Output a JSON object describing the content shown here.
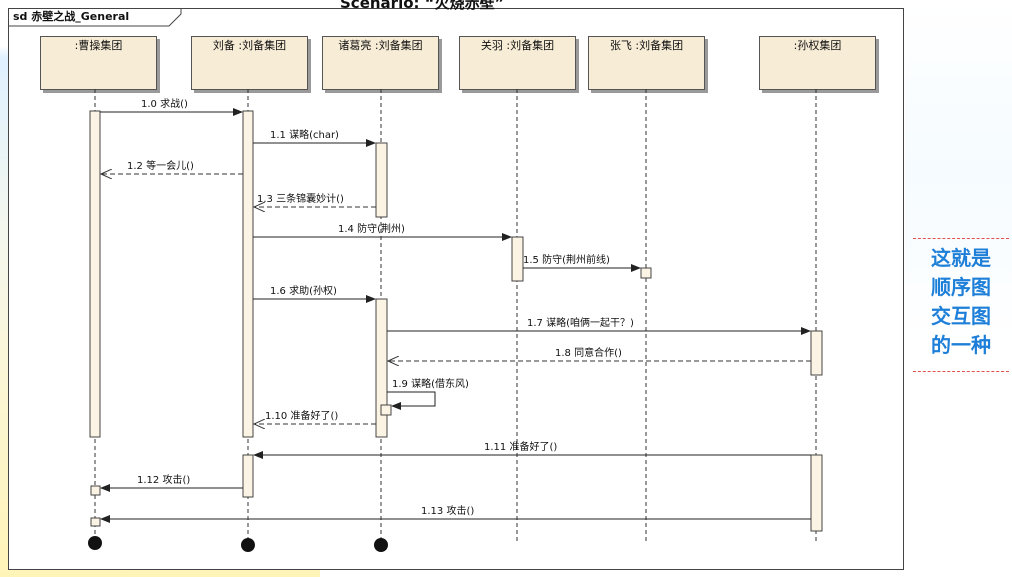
{
  "scenario_title": "Scenario: “火烧赤壁”",
  "frame_title": "sd 赤壁之战_General",
  "lifelines": [
    {
      "id": "caocao",
      "label": ":曹操集团"
    },
    {
      "id": "liubei",
      "label": "刘备 :刘备集团"
    },
    {
      "id": "zhuge",
      "label": "诸葛亮 :刘备集团"
    },
    {
      "id": "guanyu",
      "label": "关羽 :刘备集团"
    },
    {
      "id": "zhangfei",
      "label": "张飞 :刘备集团"
    },
    {
      "id": "sunquan",
      "label": ":孙权集团"
    }
  ],
  "messages": [
    {
      "label": "1.0 求战()",
      "from": "caocao",
      "to": "liubei",
      "kind": "sync"
    },
    {
      "label": "1.1 谋略(char)",
      "from": "liubei",
      "to": "zhuge",
      "kind": "sync"
    },
    {
      "label": "1.2 等一会儿()",
      "from": "liubei",
      "to": "caocao",
      "kind": "return"
    },
    {
      "label": "1.3 三条锦囊妙计()",
      "from": "zhuge",
      "to": "liubei",
      "kind": "return"
    },
    {
      "label": "1.4 防守(荆州)",
      "from": "liubei",
      "to": "guanyu",
      "kind": "sync"
    },
    {
      "label": "1.5 防守(荆州前线)",
      "from": "guanyu",
      "to": "zhangfei",
      "kind": "sync"
    },
    {
      "label": "1.6 求助(孙权)",
      "from": "liubei",
      "to": "zhuge",
      "kind": "sync"
    },
    {
      "label": "1.7 谋略(咱俩一起干？)",
      "from": "zhuge",
      "to": "sunquan",
      "kind": "sync"
    },
    {
      "label": "1.8 同意合作()",
      "from": "sunquan",
      "to": "zhuge",
      "kind": "return"
    },
    {
      "label": "1.9 谋略(借东风)",
      "from": "zhuge",
      "to": "zhuge",
      "kind": "self"
    },
    {
      "label": "1.10 准备好了()",
      "from": "zhuge",
      "to": "liubei",
      "kind": "return"
    },
    {
      "label": "1.11 准备好了()",
      "from": "sunquan",
      "to": "liubei",
      "kind": "sync"
    },
    {
      "label": "1.12 攻击()",
      "from": "liubei",
      "to": "caocao",
      "kind": "sync"
    },
    {
      "label": "1.13 攻击()",
      "from": "sunquan",
      "to": "caocao",
      "kind": "sync"
    }
  ],
  "note": [
    "这就是",
    "顺序图",
    "交互图",
    "的一种"
  ],
  "colors": {
    "note_text": "#1e7fd8",
    "note_border": "#e05050",
    "lifeline_fill": "#f7ecd6",
    "activation_fill": "#fbf3e4"
  }
}
